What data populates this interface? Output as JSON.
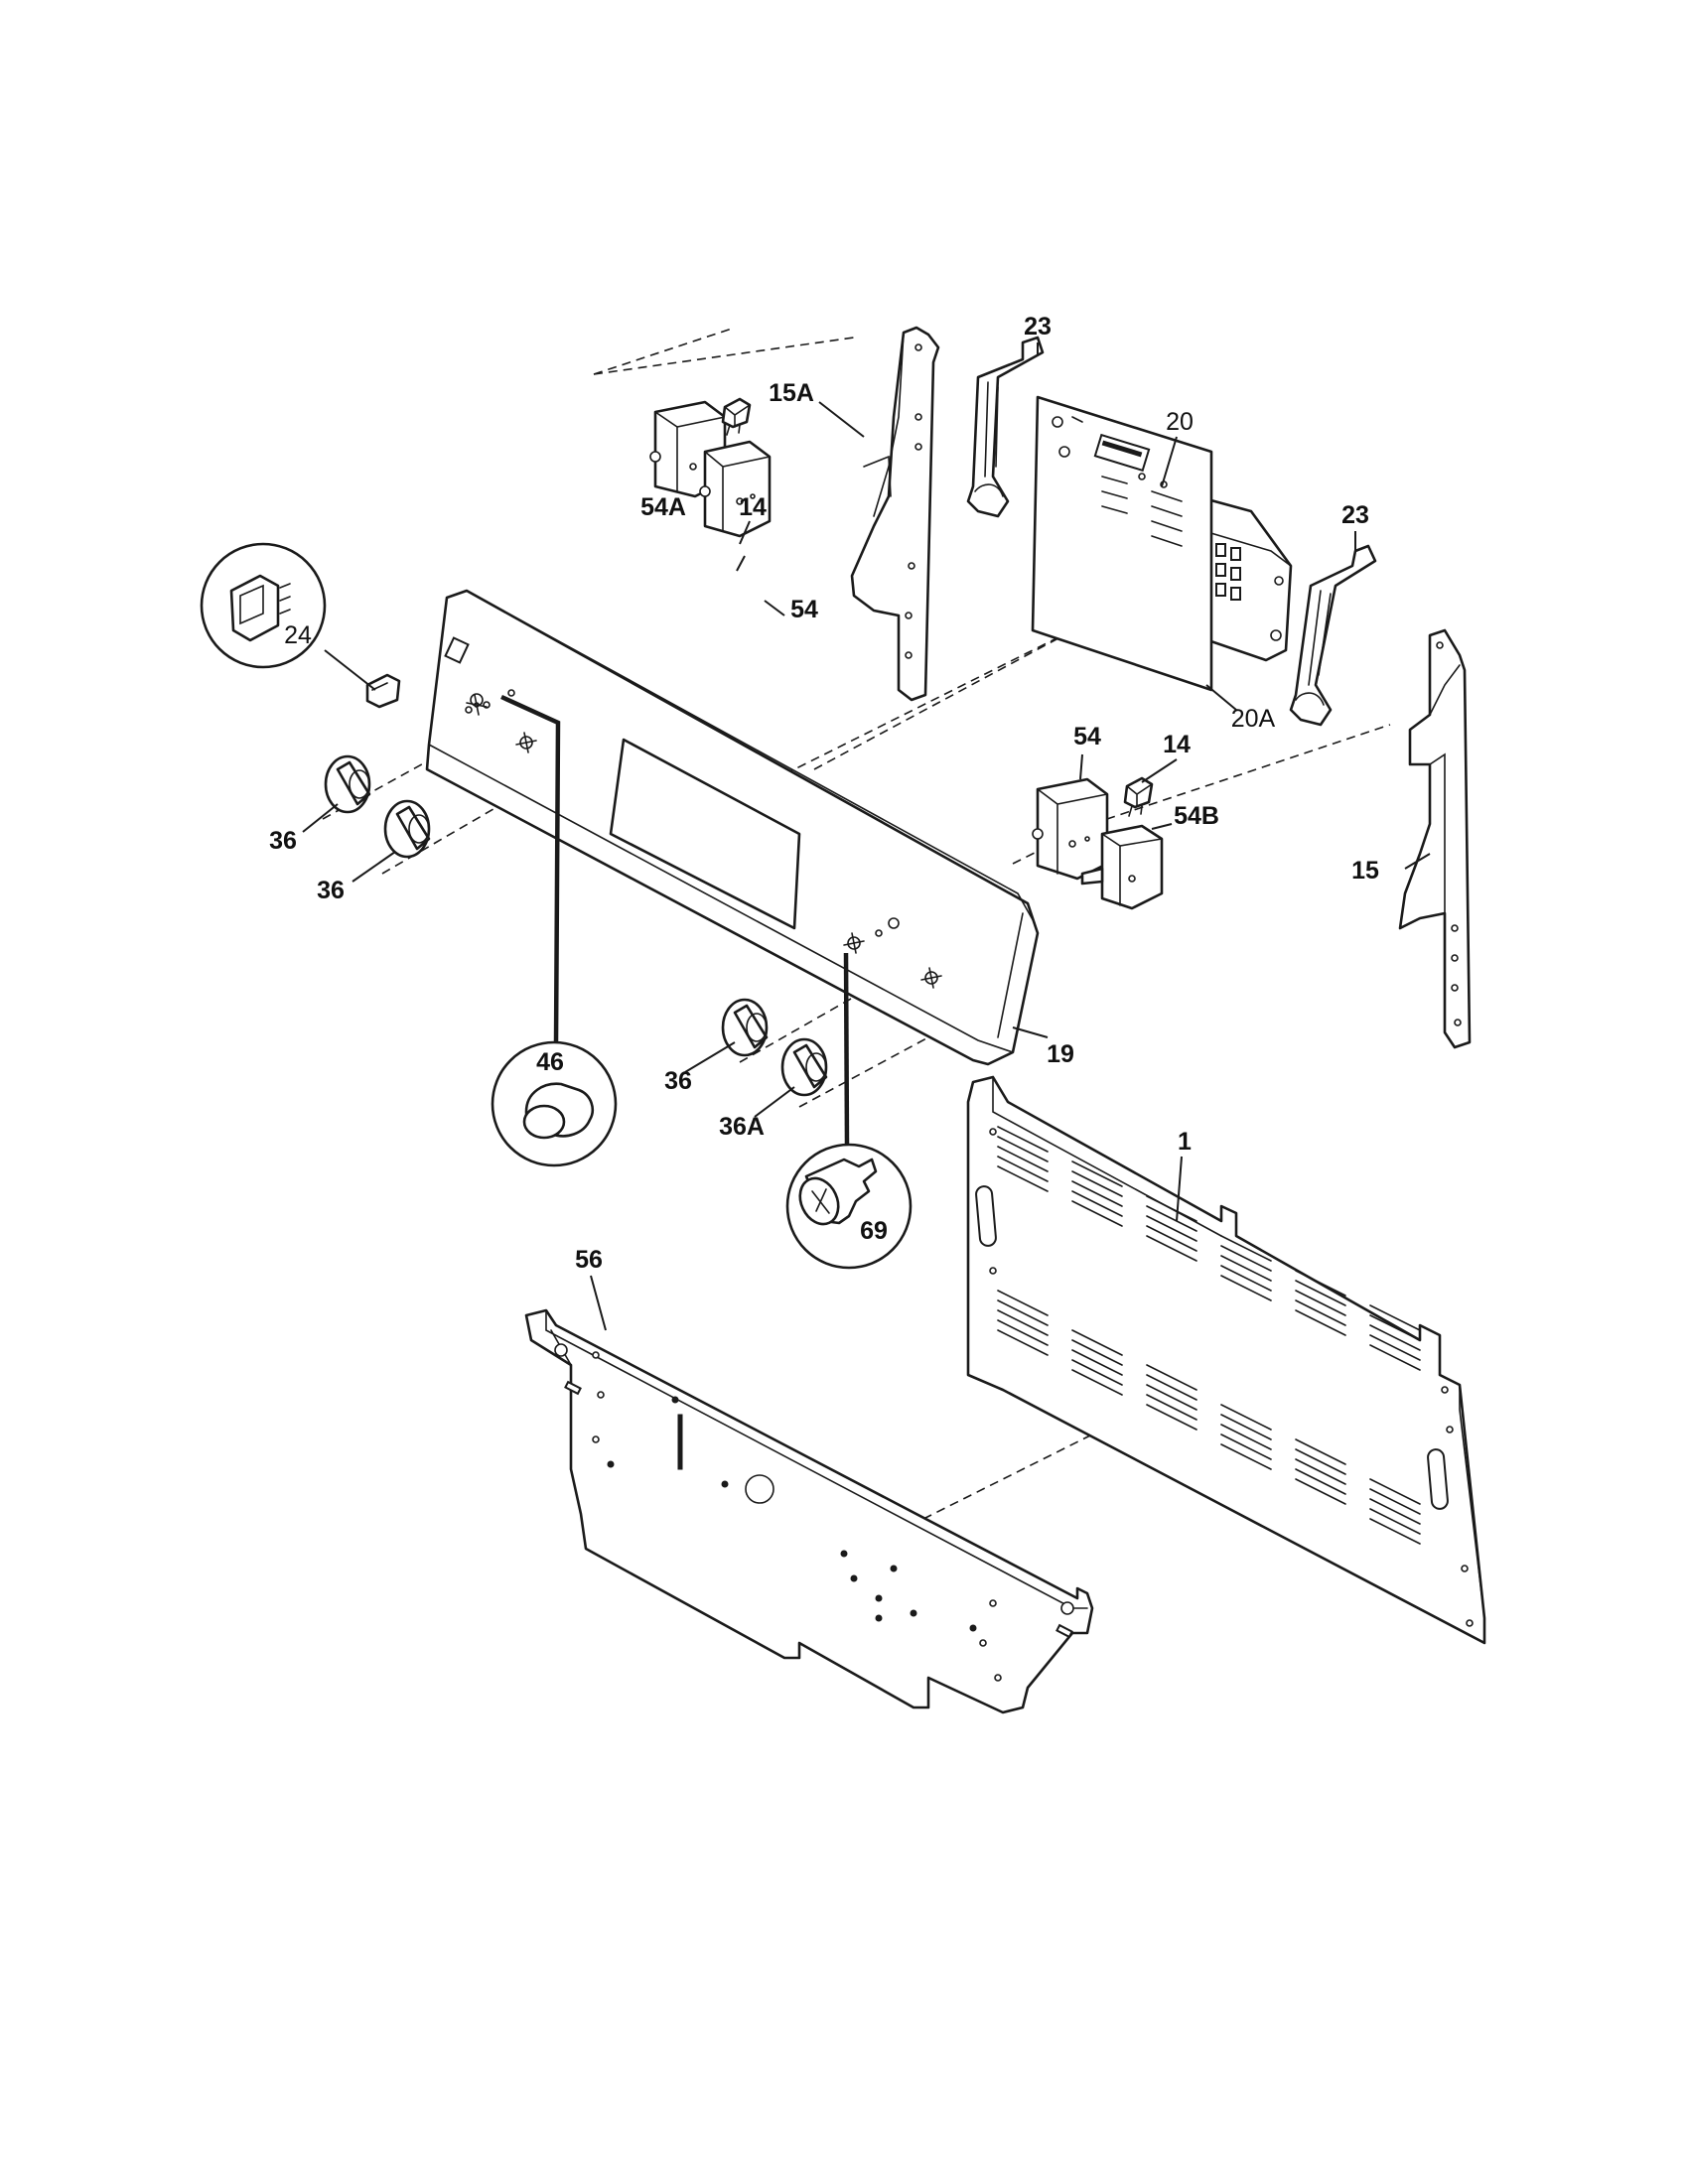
{
  "diagram": {
    "labels": {
      "p1": "1",
      "p14a": "14",
      "p14b": "14",
      "p15": "15",
      "p15a": "15A",
      "p19": "19",
      "p20": "20",
      "p20a": "20A",
      "p23a": "23",
      "p23b": "23",
      "p24": "24",
      "p36a": "36",
      "p36b": "36",
      "p36c": "36",
      "p36d": "36A",
      "p46": "46",
      "p54a": "54A",
      "p54b": "54",
      "p54c": "54",
      "p54d": "54B",
      "p56": "56",
      "p69": "69"
    }
  }
}
